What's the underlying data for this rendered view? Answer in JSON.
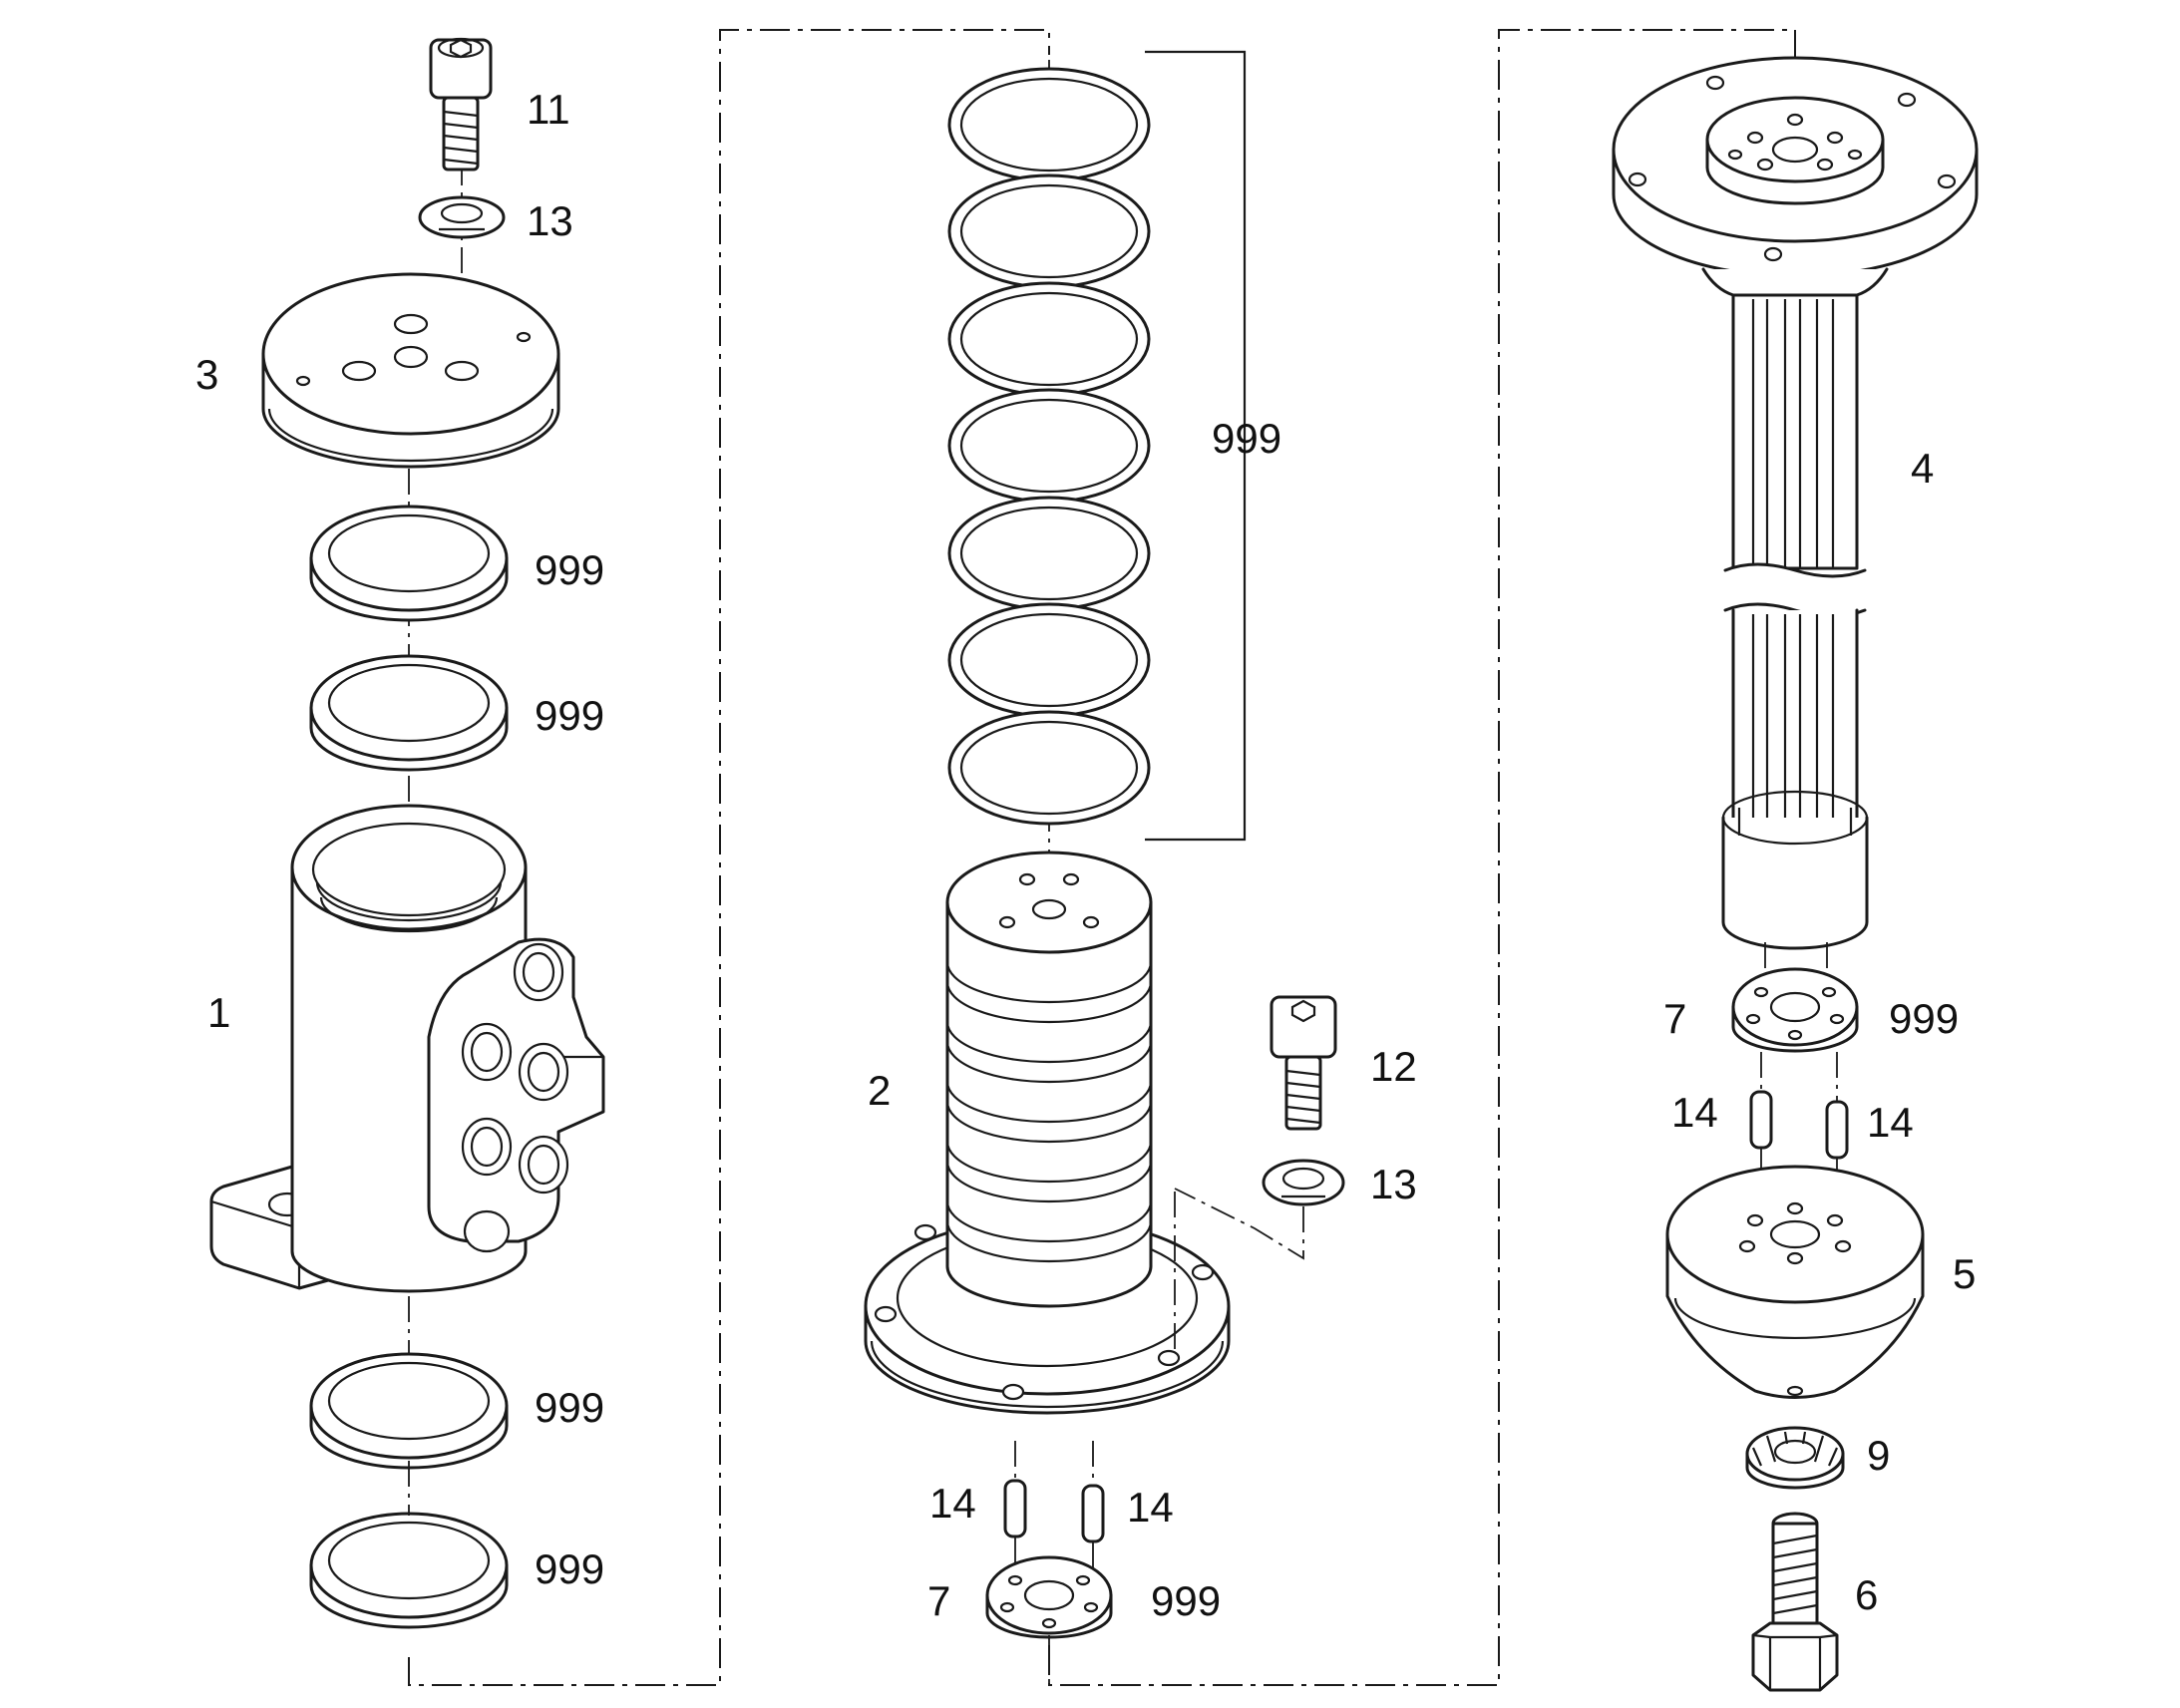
{
  "callouts": {
    "c11": "11",
    "c13_top": "13",
    "c3": "3",
    "c999_a": "999",
    "c999_b": "999",
    "c1": "1",
    "c999_c": "999",
    "c999_d": "999",
    "c999_bracket": "999",
    "c2": "2",
    "c12": "12",
    "c13_mid": "13",
    "c14_left": "14",
    "c14_right": "14",
    "c7_mid": "7",
    "c999_mid": "999",
    "c4": "4",
    "c7_right": "7",
    "c999_right": "999",
    "c14_r1": "14",
    "c14_r2": "14",
    "c5": "5",
    "c9": "9",
    "c6": "6"
  }
}
